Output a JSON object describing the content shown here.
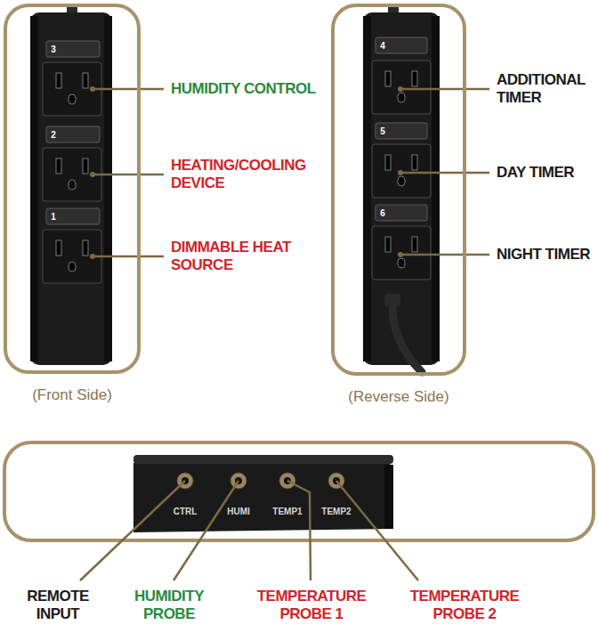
{
  "diagram": {
    "nodes": [
      {
        "text": [
          "(Front Side)"
        ]
      },
      {
        "text": [
          "(Reverse Side)"
        ]
      }
    ],
    "labels": [
      "HUMIDITY CONTROL",
      "HEATING/COOLING DEVICE",
      "DIMMABLE HEAT SOURCE",
      "ADDITIONAL TIMER",
      "DAY TIMER",
      "NIGHT TIMER",
      "REMOTE INPUT",
      "HUMIDITY PROBE",
      "TEMPERATURE PROBE 1",
      "TEMPERATURE PROBE 2",
      "3",
      "2",
      "1",
      "4",
      "5",
      "6",
      "CTRL",
      "HUMI",
      "TEMP1",
      "TEMP2"
    ]
  }
}
